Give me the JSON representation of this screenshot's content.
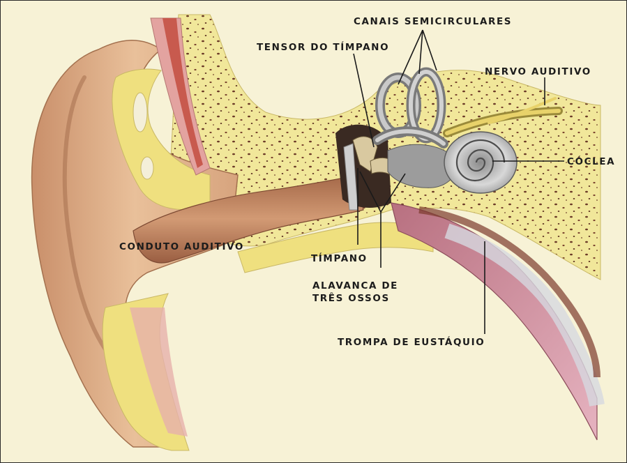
{
  "labels": {
    "canais": "CANAIS SEMICIRCULARES",
    "tensor": "TENSOR DO TÍMPANO",
    "nervo": "NERVO AUDITIVO",
    "coclea": "CÓCLEA",
    "conduto": "CONDUTO AUDITIVO",
    "timpano": "TÍMPANO",
    "alavanca_1": "ALAVANCA DE",
    "alavanca_2": "TRÊS OSSOS",
    "trompa": "TROMPA DE EUSTÁQUIO"
  },
  "colors": {
    "background": "#f7f2d6",
    "skin": "#e2b48c",
    "bone": "#f1e79a",
    "canal": "#b9805c",
    "inner_ear": "#b8b8b8",
    "eustachian": "#c98a9a"
  }
}
